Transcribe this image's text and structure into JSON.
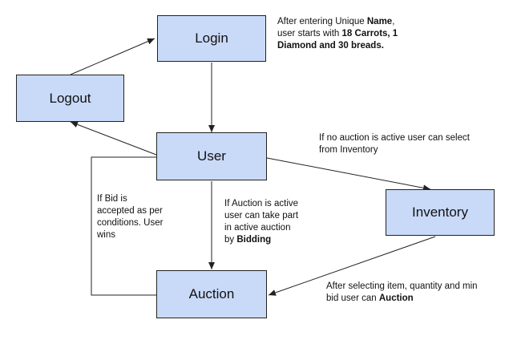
{
  "nodes": {
    "login": "Login",
    "logout": "Logout",
    "user": "User",
    "inventory": "Inventory",
    "auction": "Auction"
  },
  "notes": {
    "login_note": {
      "l1_a": "After entering Unique ",
      "l1_b": "Name",
      "l1_c": ",",
      "l2_a": "user starts with ",
      "l2_b": "18 Carrots, 1",
      "l3_b": "Diamond and 30 breads."
    },
    "no_auction_note": {
      "l1": "If no auction is active user can select",
      "l2": "from Inventory"
    },
    "bid_note": {
      "l1": "If Bid is",
      "l2": "accepted as per",
      "l3": "conditions. User",
      "l4": "wins"
    },
    "active_auction_note": {
      "l1": "If Auction is active",
      "l2": "user can take part",
      "l3": "in active auction",
      "l4_a": "by ",
      "l4_b": "Bidding"
    },
    "selecting_note": {
      "l1": "After selecting item, quantity and min",
      "l2_a": "bid user can ",
      "l2_b": "Auction"
    }
  },
  "colors": {
    "box_fill": "#c9daf8",
    "line": "#222222"
  }
}
